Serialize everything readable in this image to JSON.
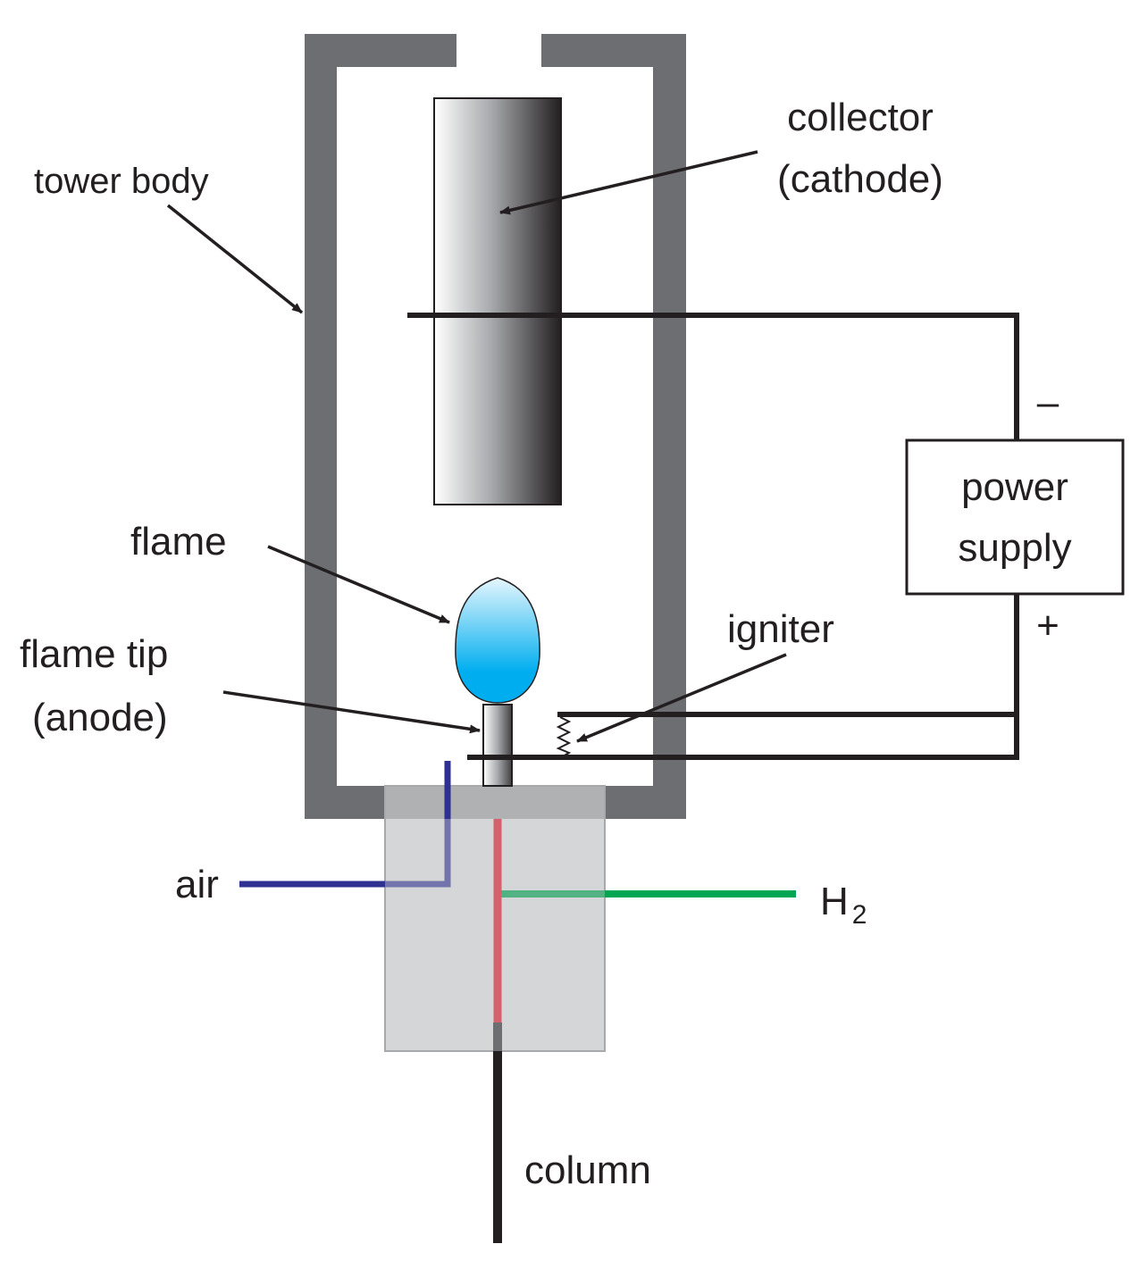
{
  "labels": {
    "tower_body": "tower body",
    "collector_line1": "collector",
    "collector_line2": "(cathode)",
    "flame": "flame",
    "flame_tip_line1": "flame tip",
    "flame_tip_line2": "(anode)",
    "igniter": "igniter",
    "power_line1": "power",
    "power_line2": "supply",
    "minus": "–",
    "plus": "+",
    "air": "air",
    "h2_main": "H",
    "h2_sub": "2",
    "column": "column"
  },
  "colors": {
    "tower": "#6d6e71",
    "wire": "#231f20",
    "air_line": "#2e3192",
    "h2_line": "#00a651",
    "column_line": "#d2626b",
    "base_block": "#c7c8ca",
    "flame_top": "#e6f6fd",
    "flame_bottom": "#00aeef"
  }
}
